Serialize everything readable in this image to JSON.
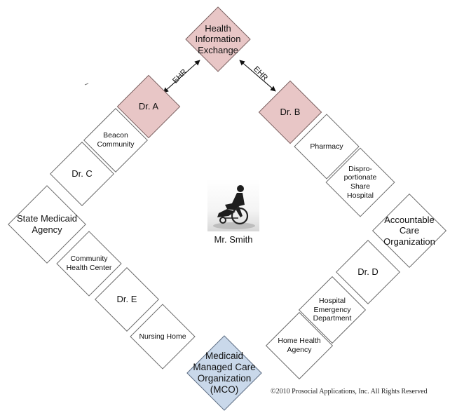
{
  "nodes": {
    "hie": "Health\nInformation\nExchange",
    "dr_a": "Dr. A",
    "dr_b": "Dr. B",
    "beacon": "Beacon\nCommunity",
    "dr_c": "Dr. C",
    "state_medicaid": "State Medicaid\nAgency",
    "community_health": "Community\nHealth Center",
    "dr_e": "Dr. E",
    "nursing_home": "Nursing Home",
    "mco": "Medicaid\nManaged Care\nOrganization\n(MCO)",
    "pharmacy": "Pharmacy",
    "dsh": "Dispro-\nportionate\nShare\nHospital",
    "aco": "Accountable\nCare\nOrganization",
    "dr_d": "Dr. D",
    "hospital_ed": "Hospital\nEmergency\nDepartment",
    "home_health": "Home Health\nAgency"
  },
  "connectors": {
    "left": "EHR",
    "right": "EHR"
  },
  "patient": {
    "name": "Mr. Smith",
    "icon": "wheelchair-user-icon"
  },
  "copyright": "©2010 Prosocial Applications, Inc. All Rights Reserved",
  "colors": {
    "highlight_pink": "#e8c6c6",
    "highlight_blue": "#c9d8ea",
    "border": "#6a6a6a"
  }
}
